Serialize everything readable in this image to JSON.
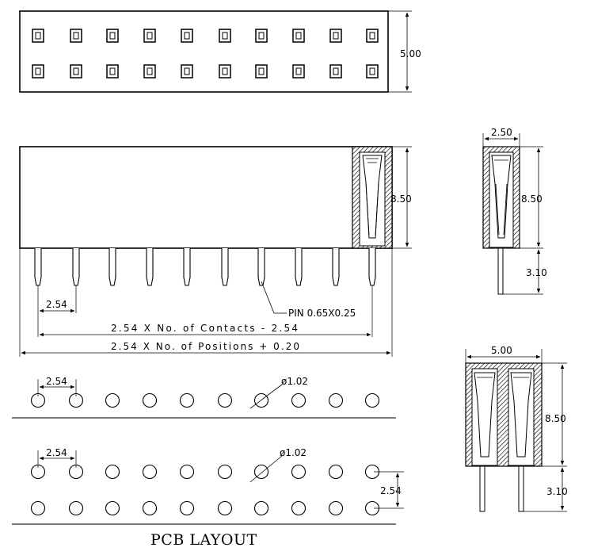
{
  "top_view": {
    "height_dim": "5.00"
  },
  "front_view": {
    "height_dim": "8.50",
    "pitch_dim": "2.54",
    "pin_note": "PIN 0.65X0.25",
    "contacts_formula": "2.54 X No. of Contacts - 2.54",
    "positions_formula": "2.54 X No. of Positions + 0.20"
  },
  "side_view_single": {
    "width_dim": "2.50",
    "height_dim": "8.50",
    "pin_dim": "3.10"
  },
  "side_view_double": {
    "width_dim": "5.00",
    "height_dim": "8.50",
    "pin_dim": "3.10"
  },
  "pcb_single": {
    "pitch_dim": "2.54",
    "hole_dim": "ø1.02"
  },
  "pcb_double": {
    "pitch_dim": "2.54",
    "hole_dim": "ø1.02",
    "row_pitch_dim": "2.54"
  },
  "pcb_title": "PCB LAYOUT",
  "colors": {
    "line": "#000000",
    "background": "#ffffff",
    "ground_line": "#7a7a7a",
    "hatch": "#000000"
  }
}
